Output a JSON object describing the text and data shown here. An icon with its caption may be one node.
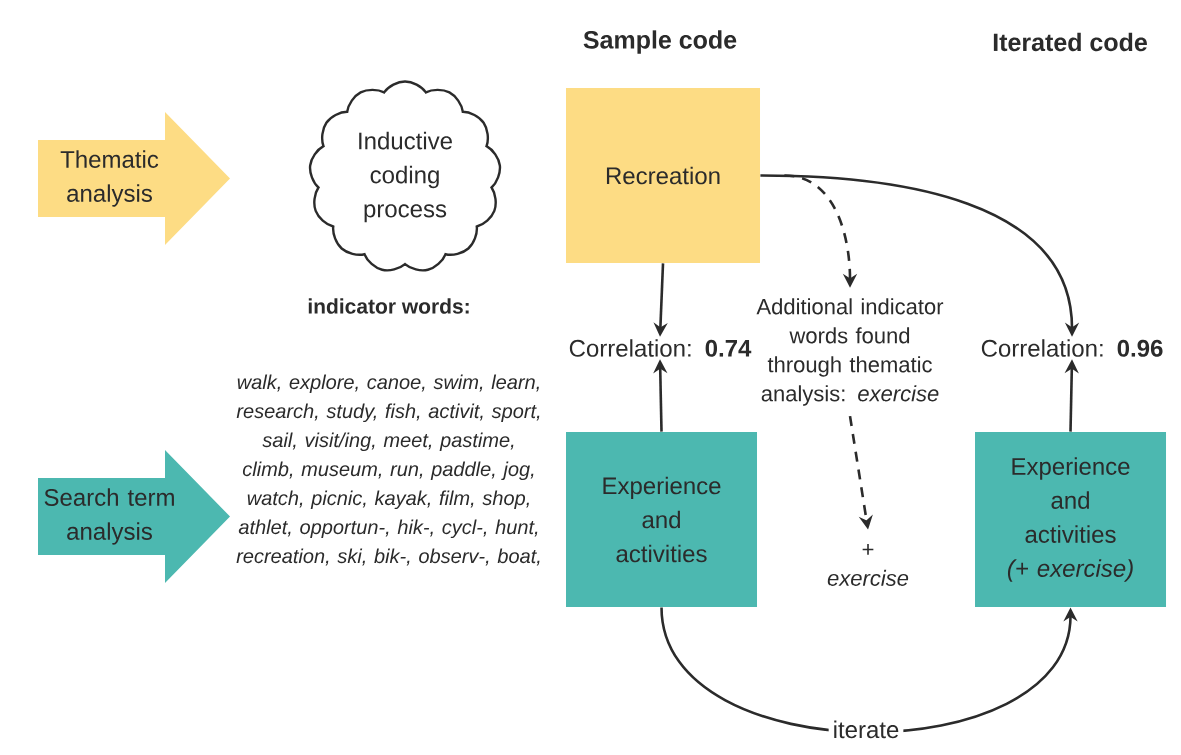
{
  "diagram": {
    "nodes": [
      {
        "text": [
          "Thematic analysis"
        ]
      },
      {
        "text": [
          "Inductive coding process"
        ]
      },
      {
        "text": [
          "Recreation"
        ]
      },
      {
        "text": [
          "Correlation: **0.74**"
        ]
      },
      {
        "text": [
          "Additional indicator words found through thematic analysis: *exercise*"
        ]
      },
      {
        "text": [
          "+ *exercise*"
        ]
      },
      {
        "text": [
          "Correlation: **0.96**"
        ]
      },
      {
        "text": [
          "Search term analysis"
        ]
      },
      {
        "text": [
          "Experience and activities"
        ]
      },
      {
        "text": [
          "Experience and activities",
          "(+ exercise)"
        ]
      }
    ],
    "edges": [
      {
        "from": 2,
        "to": 3,
        "arrow": "to"
      },
      {
        "from": 8,
        "to": 3,
        "arrow": "to"
      },
      {
        "from": 2,
        "to": 6,
        "arrow": "to"
      },
      {
        "from": 9,
        "to": 6,
        "arrow": "to"
      },
      {
        "from": 2,
        "to": 4,
        "arrow": "to",
        "style": "dashed"
      },
      {
        "from": 4,
        "to": 5,
        "arrow": "to",
        "style": "dashed"
      },
      {
        "from": 8,
        "to": 9,
        "arrow": "to",
        "label": "iterate"
      }
    ],
    "labels": [
      "Sample code",
      "Iterated code",
      "indicator words:",
      "walk, explore, canoe, swim, learn, research, study, fish, activit, sport, sail, visit/ing, meet, pastime, climb, museum, run, paddle, jog, watch, picnic, kayak, film, shop, athlet, opportun-, hik-, cycl-, hunt, recreation, ski, bik-, observ-, boat,"
    ]
  }
}
